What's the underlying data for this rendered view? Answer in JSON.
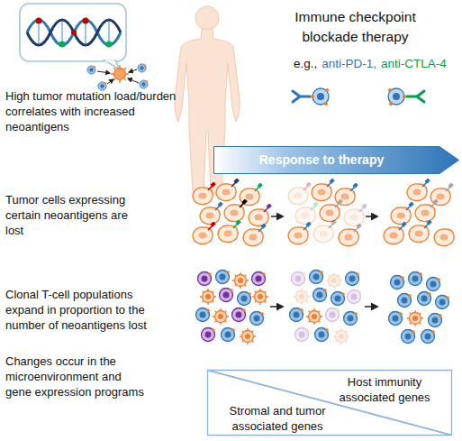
{
  "diagram": {
    "nodes": [
      {
        "text": [
          "Response to therapy"
        ]
      },
      {
        "text": [
          "Host immunity associated genes"
        ]
      },
      {
        "text": [
          "Stromal and tumor associated genes"
        ]
      }
    ],
    "labels": [
      "Immune checkpoint blockade therapy",
      "e.g.,",
      "anti-PD-1,",
      "anti-CTLA-4",
      "High tumor mutation load/burden correlates with increased neoantigens",
      "Tumor cells expressing certain neoantigens are lost",
      "Clonal T-cell populations expand in proportion to the number of neoantigens lost",
      "Changes occur in the microenvironment and gene expression programs"
    ]
  }
}
